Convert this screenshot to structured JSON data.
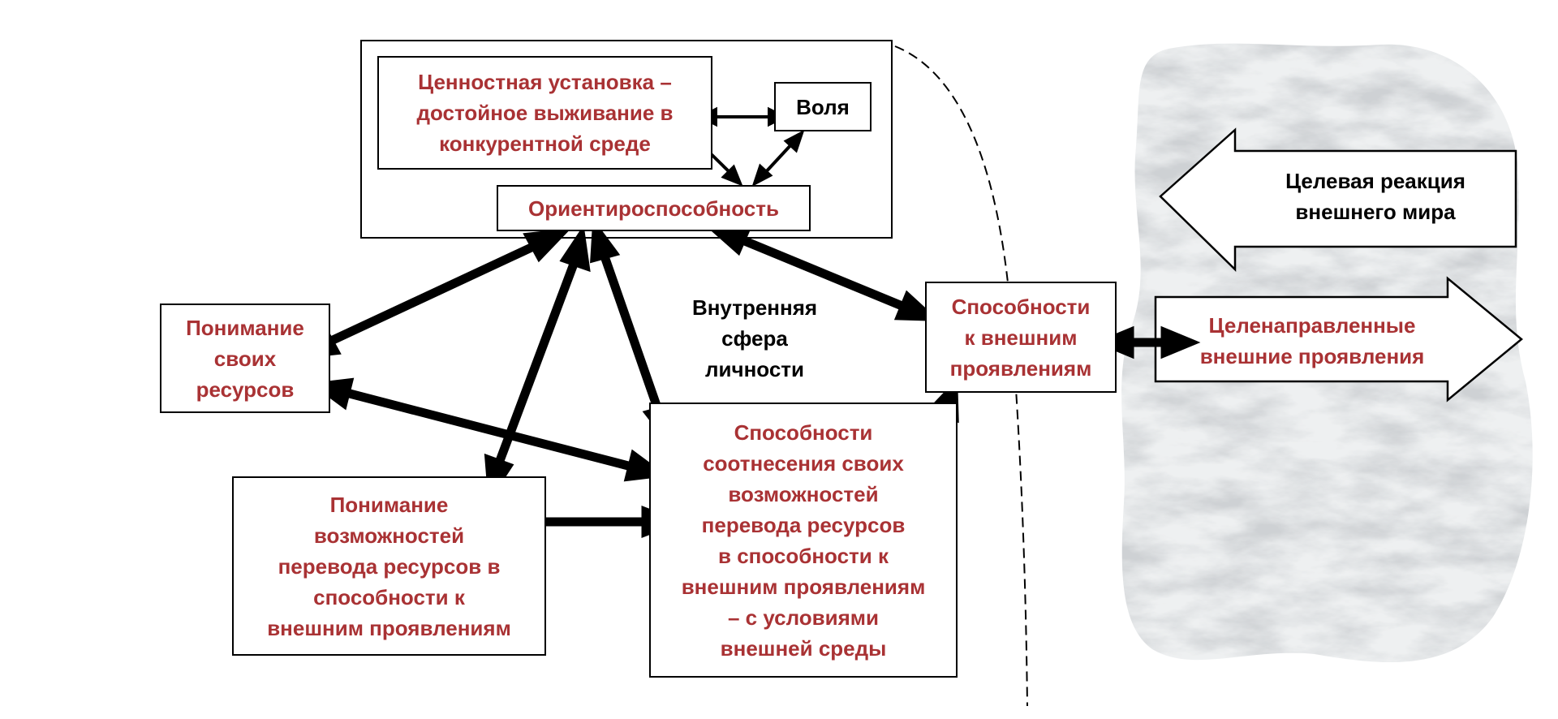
{
  "colors": {
    "accent": "#a93234",
    "text": "#000000",
    "marble": "#e6e8ea"
  },
  "nodes": {
    "value_setting": "Ценностная установка –\nдостойное выживание в\nконкурентной среде",
    "will": "Воля",
    "orientation": "Ориентироспособность",
    "inner_sphere": "Внутренняя\nсфера\nличности",
    "understanding_resources": "Понимание\nсвоих\nресурсов",
    "understanding_conversion": "Понимание\nвозможностей\nперевода ресурсов в\nспособности к\nвнешним проявлениям",
    "correlation_abilities": "Способности\nсоотнесения своих\nвозможностей\nперевода ресурсов\nв способности к\nвнешним проявлениям\n– с условиями\nвнешней среды",
    "external_abilities": "Способности\nк внешним\nпроявлениям",
    "target_reaction": "Целевая реакция\nвнешнего мира",
    "purposeful_manifestations": "Целенаправленные\nвнешние проявления"
  }
}
